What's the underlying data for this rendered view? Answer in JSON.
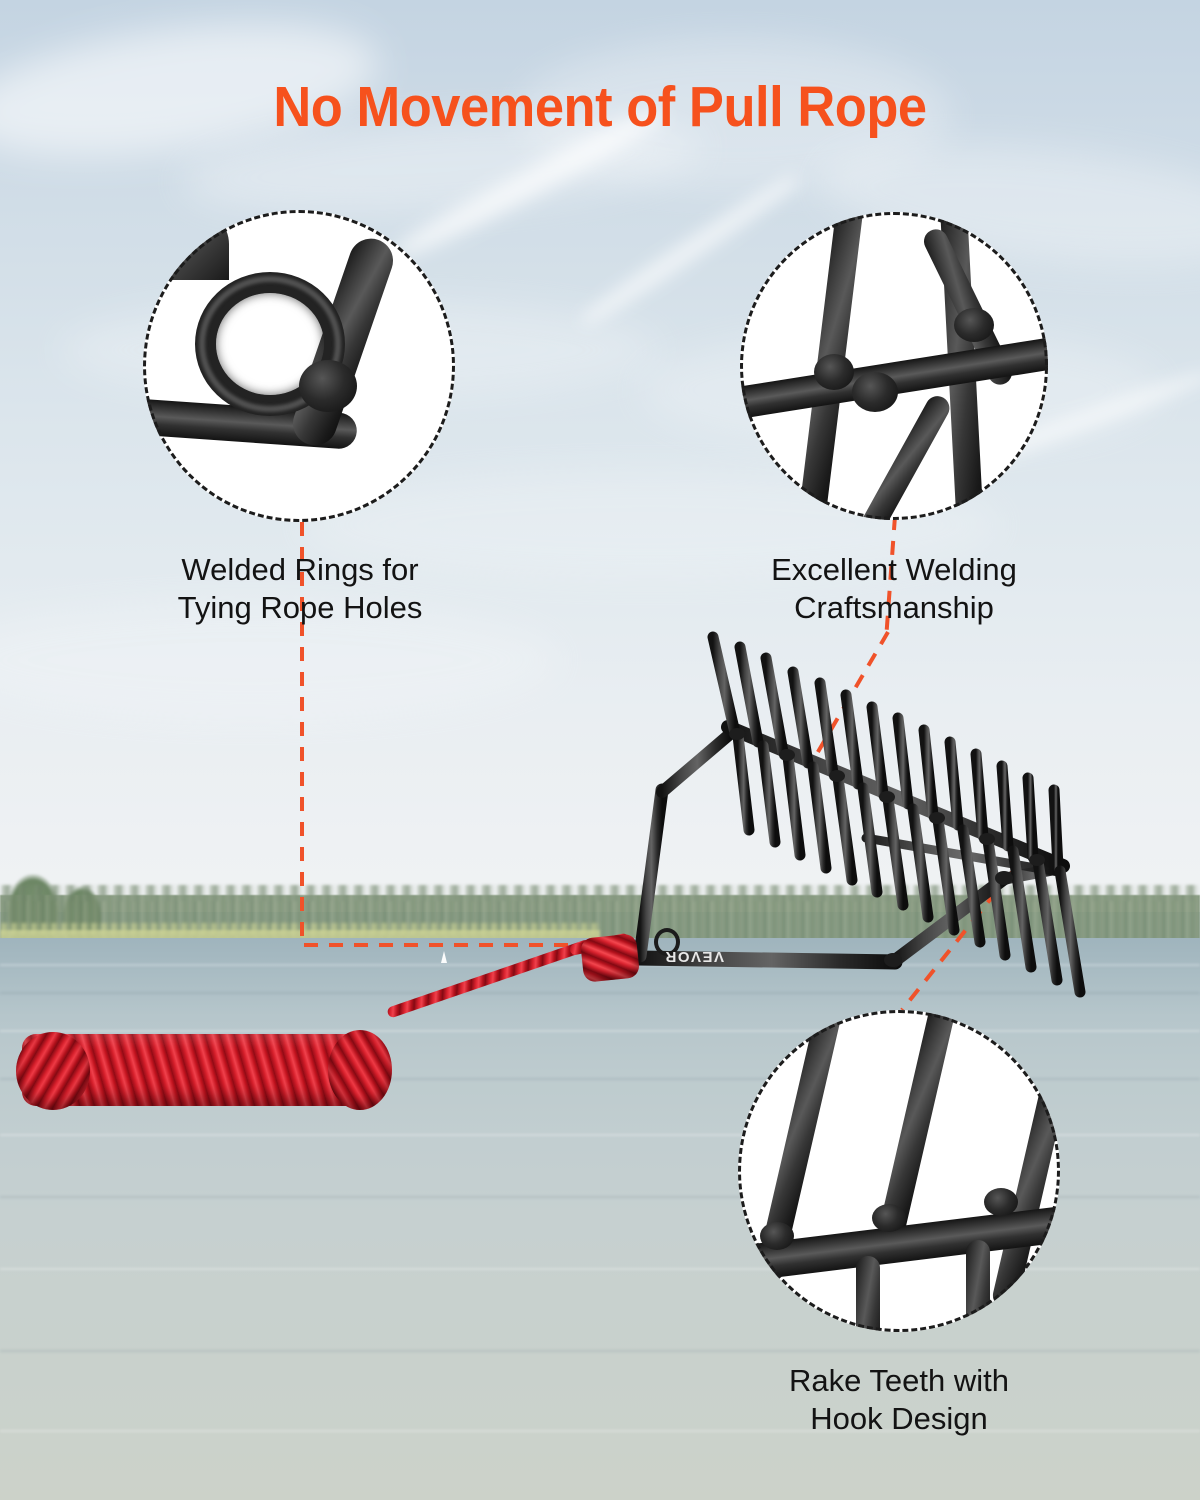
{
  "headline": "No Movement of Pull Rope",
  "colors": {
    "accent_orange": "#F6511D",
    "leader_line": "#F0522A",
    "caption_text": "#131313",
    "circle_border": "#1C1C1C",
    "circle_fill": "#FFFFFF",
    "rope_red": "#D8222E",
    "metal_black": "#1A1A1A"
  },
  "callouts": [
    {
      "id": "welded-rings",
      "caption": "Welded Rings for\nTying Rope Holes",
      "art": "welded-ring-on-bent-tube-closeup"
    },
    {
      "id": "excellent-welding",
      "caption": "Excellent Welding\nCraftsmanship",
      "art": "welded-tube-joint-closeup"
    },
    {
      "id": "rake-teeth-hook",
      "caption": "Rake Teeth with\nHook Design",
      "art": "rake-teeth-welded-to-crossbar-closeup"
    }
  ],
  "product": {
    "name": "lake-weed-rake",
    "brand": "VEVOR",
    "teeth_count": 15,
    "accessory": "red-pull-rope-coil"
  },
  "scene": {
    "setting": "lake-with-treeline-and-reeds",
    "sky": "pale-blue-with-wispy-clouds",
    "water": "calm-grey-green-lake"
  }
}
